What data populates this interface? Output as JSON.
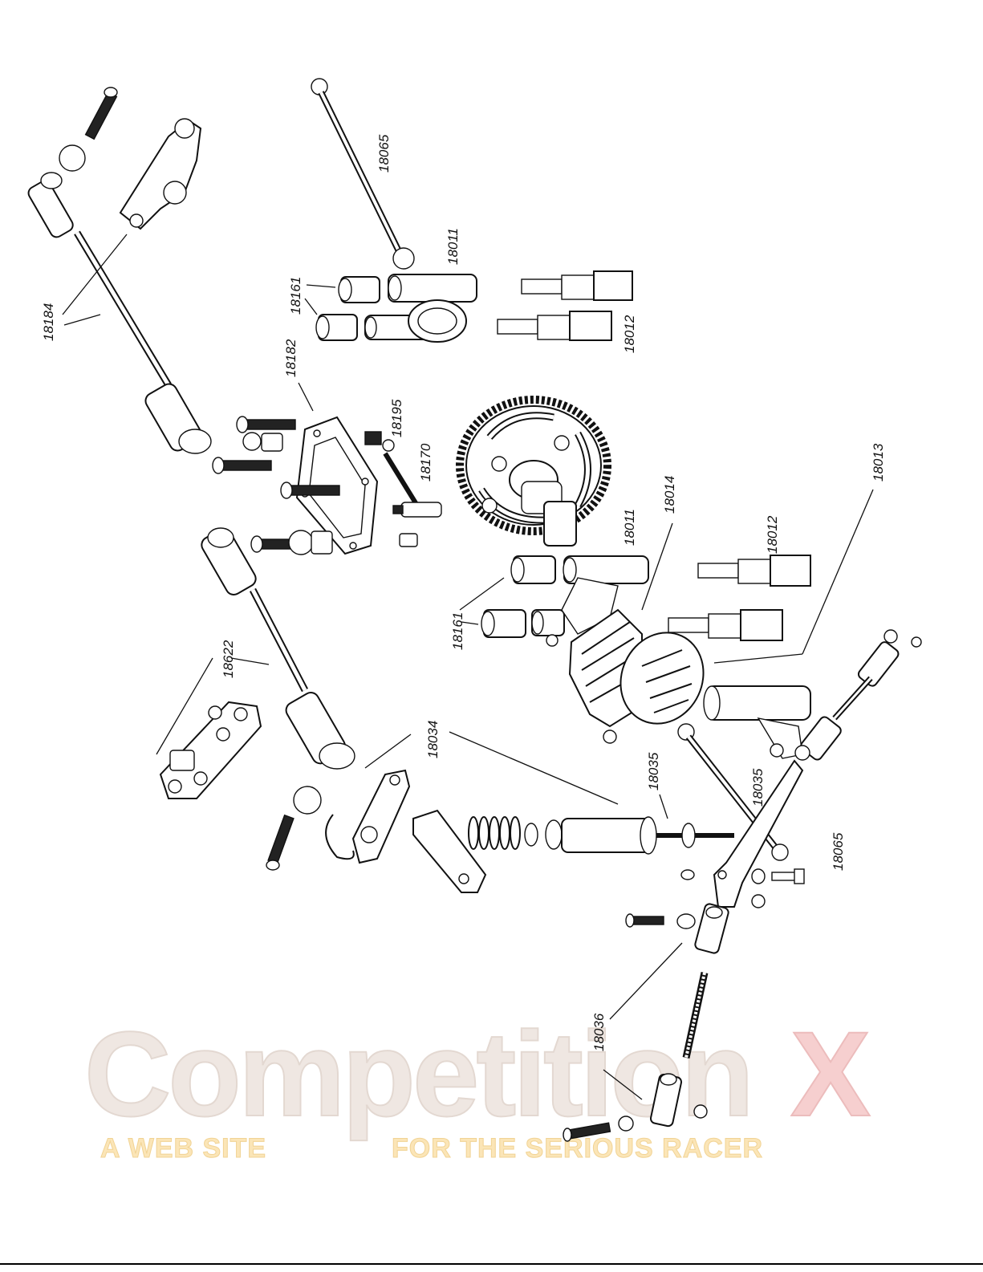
{
  "diagram": {
    "part_numbers": [
      {
        "id": "p1",
        "label": "18065"
      },
      {
        "id": "p2",
        "label": "18184"
      },
      {
        "id": "p3",
        "label": "18011"
      },
      {
        "id": "p4",
        "label": "18161"
      },
      {
        "id": "p5",
        "label": "18012"
      },
      {
        "id": "p6",
        "label": "18182"
      },
      {
        "id": "p7",
        "label": "18195"
      },
      {
        "id": "p8",
        "label": "18170"
      },
      {
        "id": "p9",
        "label": "18013"
      },
      {
        "id": "p10",
        "label": "18014"
      },
      {
        "id": "p11",
        "label": "18011"
      },
      {
        "id": "p12",
        "label": "18012"
      },
      {
        "id": "p13",
        "label": "18161"
      },
      {
        "id": "p14",
        "label": "18622"
      },
      {
        "id": "p15",
        "label": "18034"
      },
      {
        "id": "p16",
        "label": "18035"
      },
      {
        "id": "p17",
        "label": "18035"
      },
      {
        "id": "p18",
        "label": "18065"
      },
      {
        "id": "p19",
        "label": "18036"
      }
    ]
  },
  "watermark": {
    "brand": "Competition",
    "brand_x": "X",
    "tagline_left": "A WEB SITE",
    "tagline_right": "FOR THE SERIOUS RACER"
  },
  "colors": {
    "ink": "#111111",
    "watermark_main": "#efe7e2",
    "watermark_x": "#f6cfcf",
    "watermark_tagline": "#fbe5b7"
  }
}
